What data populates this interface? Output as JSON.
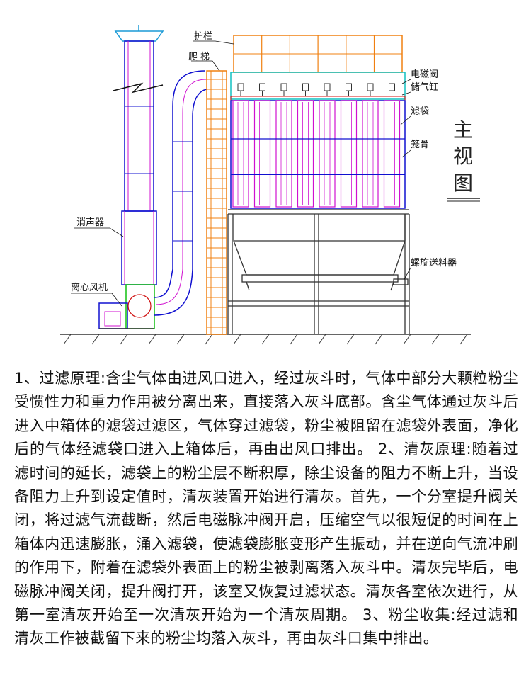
{
  "diagram": {
    "labels": {
      "guardrail": "护栏",
      "ladder": "爬 梯",
      "solenoid_valve": "电磁阀",
      "air_tank": "储气缸",
      "filter_bag": "滤袋",
      "cage": "笼骨",
      "silencer": "消声器",
      "fan": "离心风机",
      "screw_conveyor": "螺旋送料器"
    },
    "view_title": [
      "主",
      "视",
      "图"
    ]
  },
  "description": "1、过滤原理:含尘气体由进风口进入，经过灰斗时，气体中部分大颗粒粉尘受惯性力和重力作用被分离出来，直接落入灰斗底部。含尘气体通过灰斗后进入中箱体的滤袋过滤区，气体穿过滤袋，粉尘被阻留在滤袋外表面，净化后的气体经滤袋口进入上箱体后，再由出风口排出。 2、清灰原理:随着过滤时间的延长，滤袋上的粉尘层不断积厚，除尘设备的阻力不断上升，当设备阻力上升到设定值时，清灰装置开始进行清灰。首先，一个分室提升阀关闭，将过滤气流截断，然后电磁脉冲阀开启，压缩空气以很短促的时间在上箱体内迅速膨胀，涌入滤袋，使滤袋膨胀变形产生振动，并在逆向气流冲刷的作用下，附着在滤袋外表面上的粉尘被剥离落入灰斗中。清灰完毕后，电磁脉冲阀关闭，提升阀打开，该室又恢复过滤状态。清灰各室依次进行，从第一室清灰开始至一次清灰开始为一个清灰周期。 3、粉尘收集:经过滤和清灰工作被截留下来的粉尘均落入灰斗，再由灰斗口集中排出。"
}
